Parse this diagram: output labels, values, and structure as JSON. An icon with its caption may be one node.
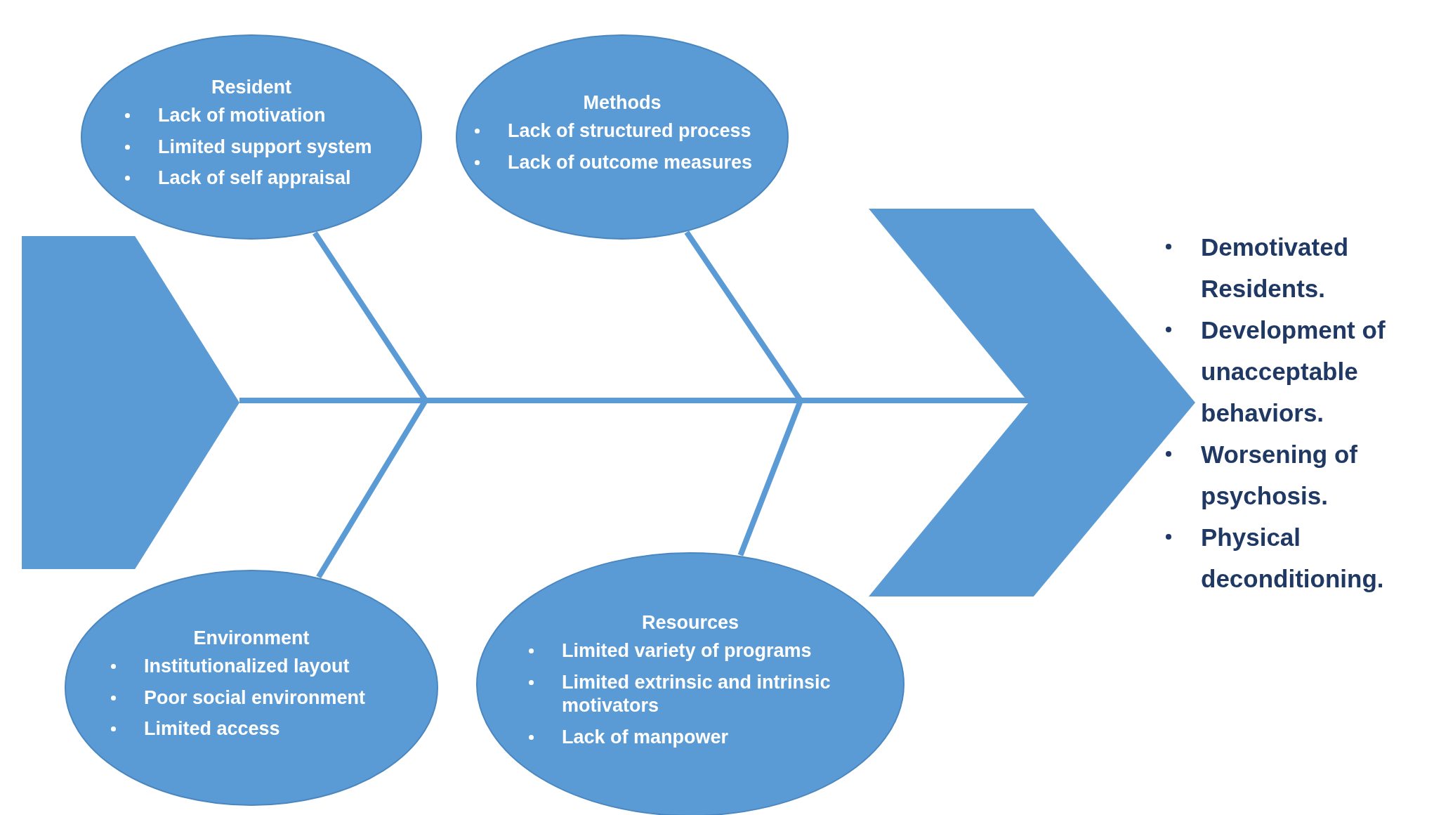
{
  "diagram": {
    "nodes": [
      {
        "text": [
          "Resident",
          "Lack of motivation",
          "Limited support system",
          "Lack of self appraisal"
        ]
      },
      {
        "text": [
          "Methods",
          "Lack of structured process",
          "Lack of outcome measures"
        ]
      },
      {
        "text": [
          "Environment",
          "Institutionalized layout",
          "Poor social environment",
          "Limited access"
        ]
      },
      {
        "text": [
          "Resources",
          "Limited variety of programs",
          "Limited extrinsic and intrinsic motivators",
          "Lack of manpower"
        ]
      },
      {
        "text": [],
        "shape": "pentagon"
      },
      {
        "text": [],
        "shape": "chevron",
        "beside": [
          "Demotivated Residents.",
          "Development of unacceptable behaviors.",
          "Worsening of psychosis.",
          "Physical deconditioning."
        ]
      }
    ],
    "edges": [
      {
        "from": 4,
        "to": 5,
        "arrow": "none"
      },
      {
        "from": 0,
        "to": null,
        "arrow": "none"
      },
      {
        "from": 1,
        "to": null,
        "arrow": "none"
      },
      {
        "from": 2,
        "to": null,
        "arrow": "none"
      },
      {
        "from": 3,
        "to": null,
        "arrow": "none"
      }
    ]
  }
}
